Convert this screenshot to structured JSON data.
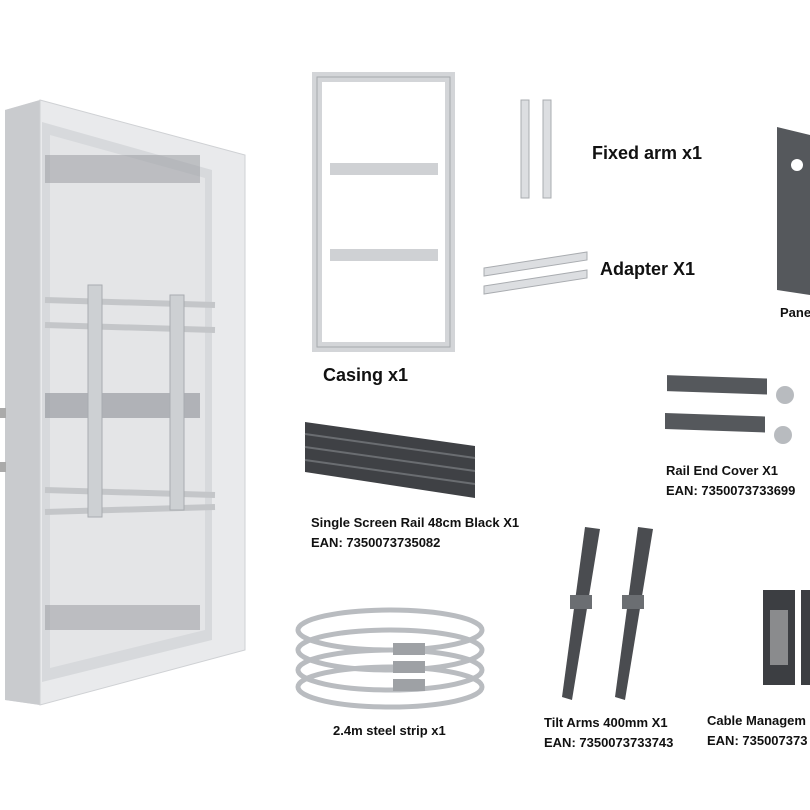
{
  "labels": {
    "fixed_arm": "Fixed arm x1",
    "adapter": "Adapter X1",
    "casing": "Casing x1",
    "panel": "Pane",
    "rail_end_cover": {
      "name": "Rail End Cover X1",
      "ean": "EAN: 7350073733699"
    },
    "single_rail": {
      "name": "Single Screen Rail 48cm Black X1",
      "ean": "EAN: 7350073735082"
    },
    "steel_strip": "2.4m steel strip x1",
    "tilt_arms": {
      "name": "Tilt Arms 400mm X1",
      "ean": "EAN: 7350073733743"
    },
    "cable_management": {
      "name": "Cable Managem",
      "ean": "EAN: 735007373"
    }
  },
  "colors": {
    "enclosure": "#e8e9eb",
    "enclosure_shade": "#cfd1d4",
    "metal_dark": "#4a4c50",
    "metal_light": "#dcdee1",
    "steel": "#b9bcc0",
    "text": "#111111"
  }
}
